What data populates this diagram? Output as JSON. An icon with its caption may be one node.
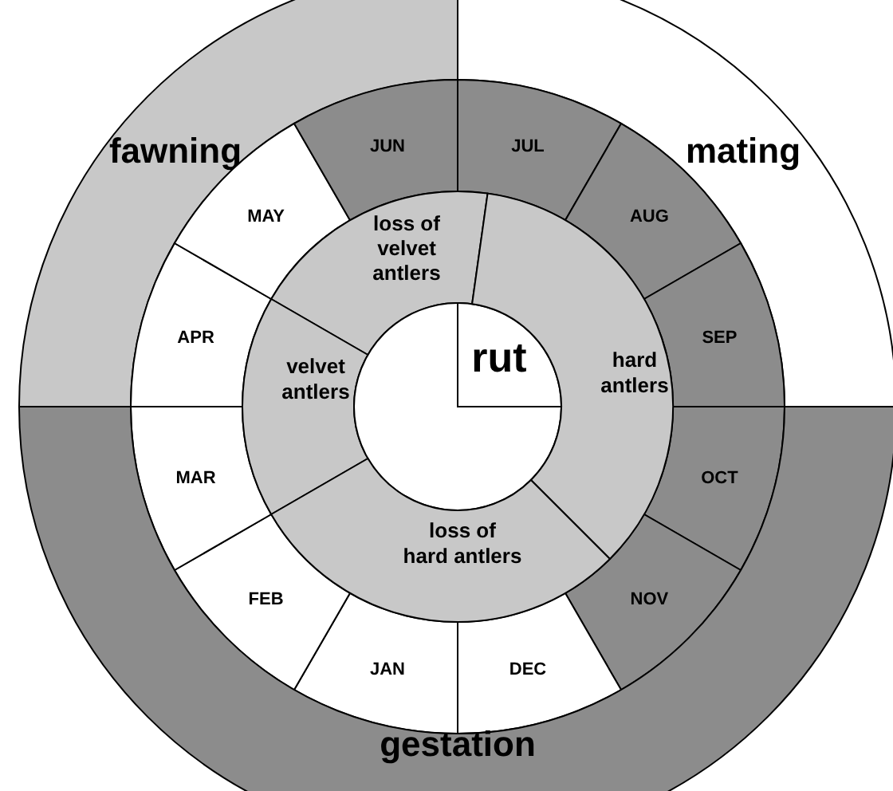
{
  "diagram": {
    "nodes": [
      {
        "text": [
          "fawning"
        ]
      },
      {
        "text": [
          "mating"
        ]
      },
      {
        "text": [
          "JAN"
        ]
      },
      {
        "text": [
          "FEB"
        ]
      },
      {
        "text": [
          "MAR"
        ]
      },
      {
        "text": [
          "APR"
        ]
      },
      {
        "text": [
          "MAY"
        ]
      },
      {
        "text": [
          "JUN"
        ]
      },
      {
        "text": [
          "JUL"
        ]
      },
      {
        "text": [
          "AUG"
        ]
      },
      {
        "text": [
          "SEP"
        ]
      },
      {
        "text": [
          "OCT"
        ]
      },
      {
        "text": [
          "NOV"
        ]
      },
      {
        "text": [
          "DEC"
        ]
      },
      {
        "text": [
          "loss of velvet antlers"
        ]
      },
      {
        "text": [
          "velvet antlers"
        ]
      },
      {
        "text": [
          "rut"
        ]
      },
      {
        "text": [
          "hard antlers"
        ]
      },
      {
        "text": [
          "loss of hard antlers"
        ]
      },
      {
        "text": [
          "gestation"
        ]
      }
    ]
  }
}
